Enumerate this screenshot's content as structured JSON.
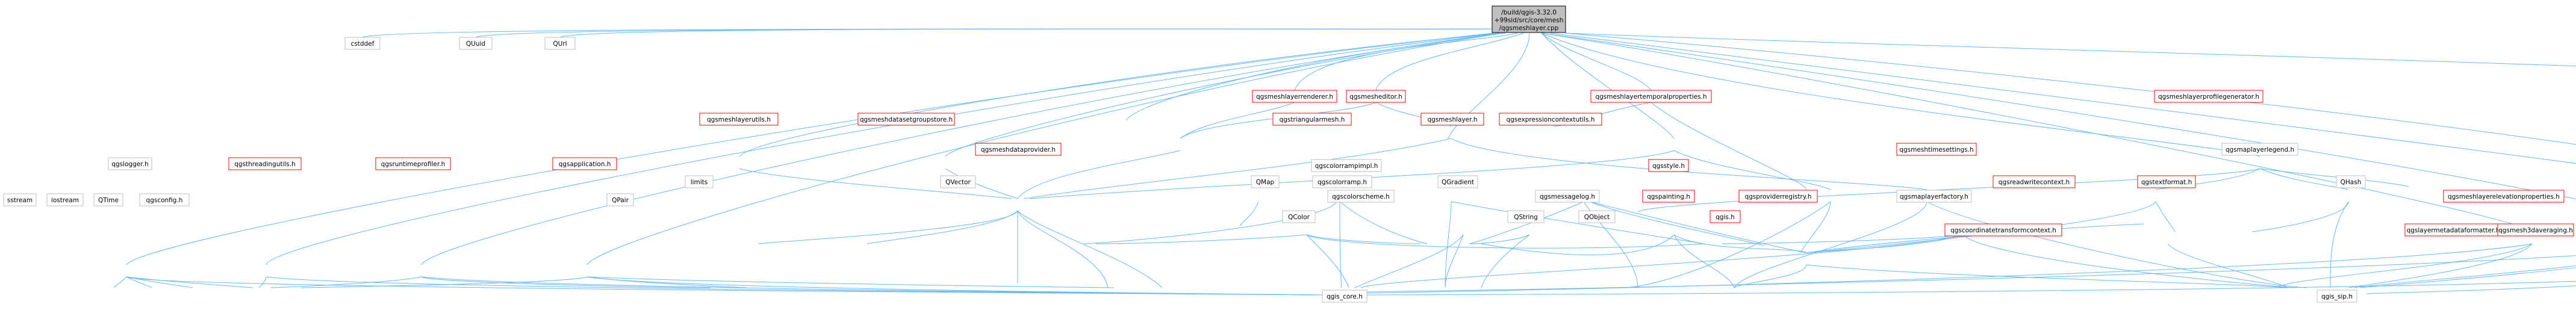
{
  "root": {
    "lines": [
      "/build/qgis-3.32.0",
      "+99sid/src/core/mesh",
      "/qgsmeshlayer.cpp"
    ]
  },
  "nodes": {
    "cstddef": "cstddef",
    "QUuid": "QUuid",
    "QUrl": "QUrl",
    "qgsmeshlayerrenderer_h": "qgsmeshlayerrenderer.h",
    "qgsmesheditor_h": "qgsmesheditor.h",
    "qgsmeshlayertemporalproperties_h": "qgsmeshlayertemporalproperties.h",
    "qgsmeshlayerprofilegenerator_h": "qgsmeshlayerprofilegenerator.h",
    "qgstriangularmesh_h": "qgstriangularmesh.h",
    "qgsmeshlayer_h": "qgsmeshlayer.h",
    "qgsexpressioncontextutils_h": "qgsexpressioncontextutils.h",
    "qgsmeshlayerutils_h": "qgsmeshlayerutils.h",
    "qgsmeshdatasetgroupstore_h": "qgsmeshdatasetgroupstore.h",
    "qgsmeshdataprovider_h": "qgsmeshdataprovider.h",
    "qgsmeshtimesettings_h": "qgsmeshtimesettings.h",
    "qgsmaplayerlegend_h": "qgsmaplayerlegend.h",
    "qgscolorrampimpl_h": "qgscolorrampimpl.h",
    "qgsstyle_h": "qgsstyle.h",
    "qgslogger_h": "qgslogger.h",
    "qgsthreadingutils_h": "qgsthreadingutils.h",
    "qgsruntimeprofiler_h": "qgsruntimeprofiler.h",
    "qgsapplication_h": "qgsapplication.h",
    "limits": "limits",
    "QVector": "QVector",
    "QMap": "QMap",
    "QGradient": "QGradient",
    "qgscolorramp_h": "qgscolorramp.h",
    "qgscolorscheme_h": "qgscolorscheme.h",
    "qgsmessagelog_h": "qgsmessagelog.h",
    "qgspainting_h": "qgspainting.h",
    "qgsproviderregistry_h": "qgsproviderregistry.h",
    "qgsmaplayerfactory_h": "qgsmaplayerfactory.h",
    "qgsreadwritecontext_h": "qgsreadwritecontext.h",
    "qgstextformat_h": "qgstextformat.h",
    "QHash": "QHash",
    "qgsmeshlayerelevationproperties_h": "qgsmeshlayerelevationproperties.h",
    "qgslayermetadataformatter_h": "qgslayermetadataformatter.h",
    "qgsmesh3daveraging_h": "qgsmesh3daveraging.h",
    "sstream": "sstream",
    "iostream": "iostream",
    "QTime": "QTime",
    "qgsconfig_h": "qgsconfig.h",
    "QPair": "QPair",
    "QColor": "QColor",
    "QString": "QString",
    "QObject": "QObject",
    "qgis_h": "qgis.h",
    "qgscoordinatetransformcontext_h": "qgscoordinatetransformcontext.h",
    "qgis_core_h": "qgis_core.h",
    "qgis_sip_h": "qgis_sip.h"
  },
  "colors": {
    "edge": "#63b8ff",
    "root_fill": "#bfbfbf",
    "link_border": "#ff0000",
    "plain_border": "#bfbfbf"
  }
}
